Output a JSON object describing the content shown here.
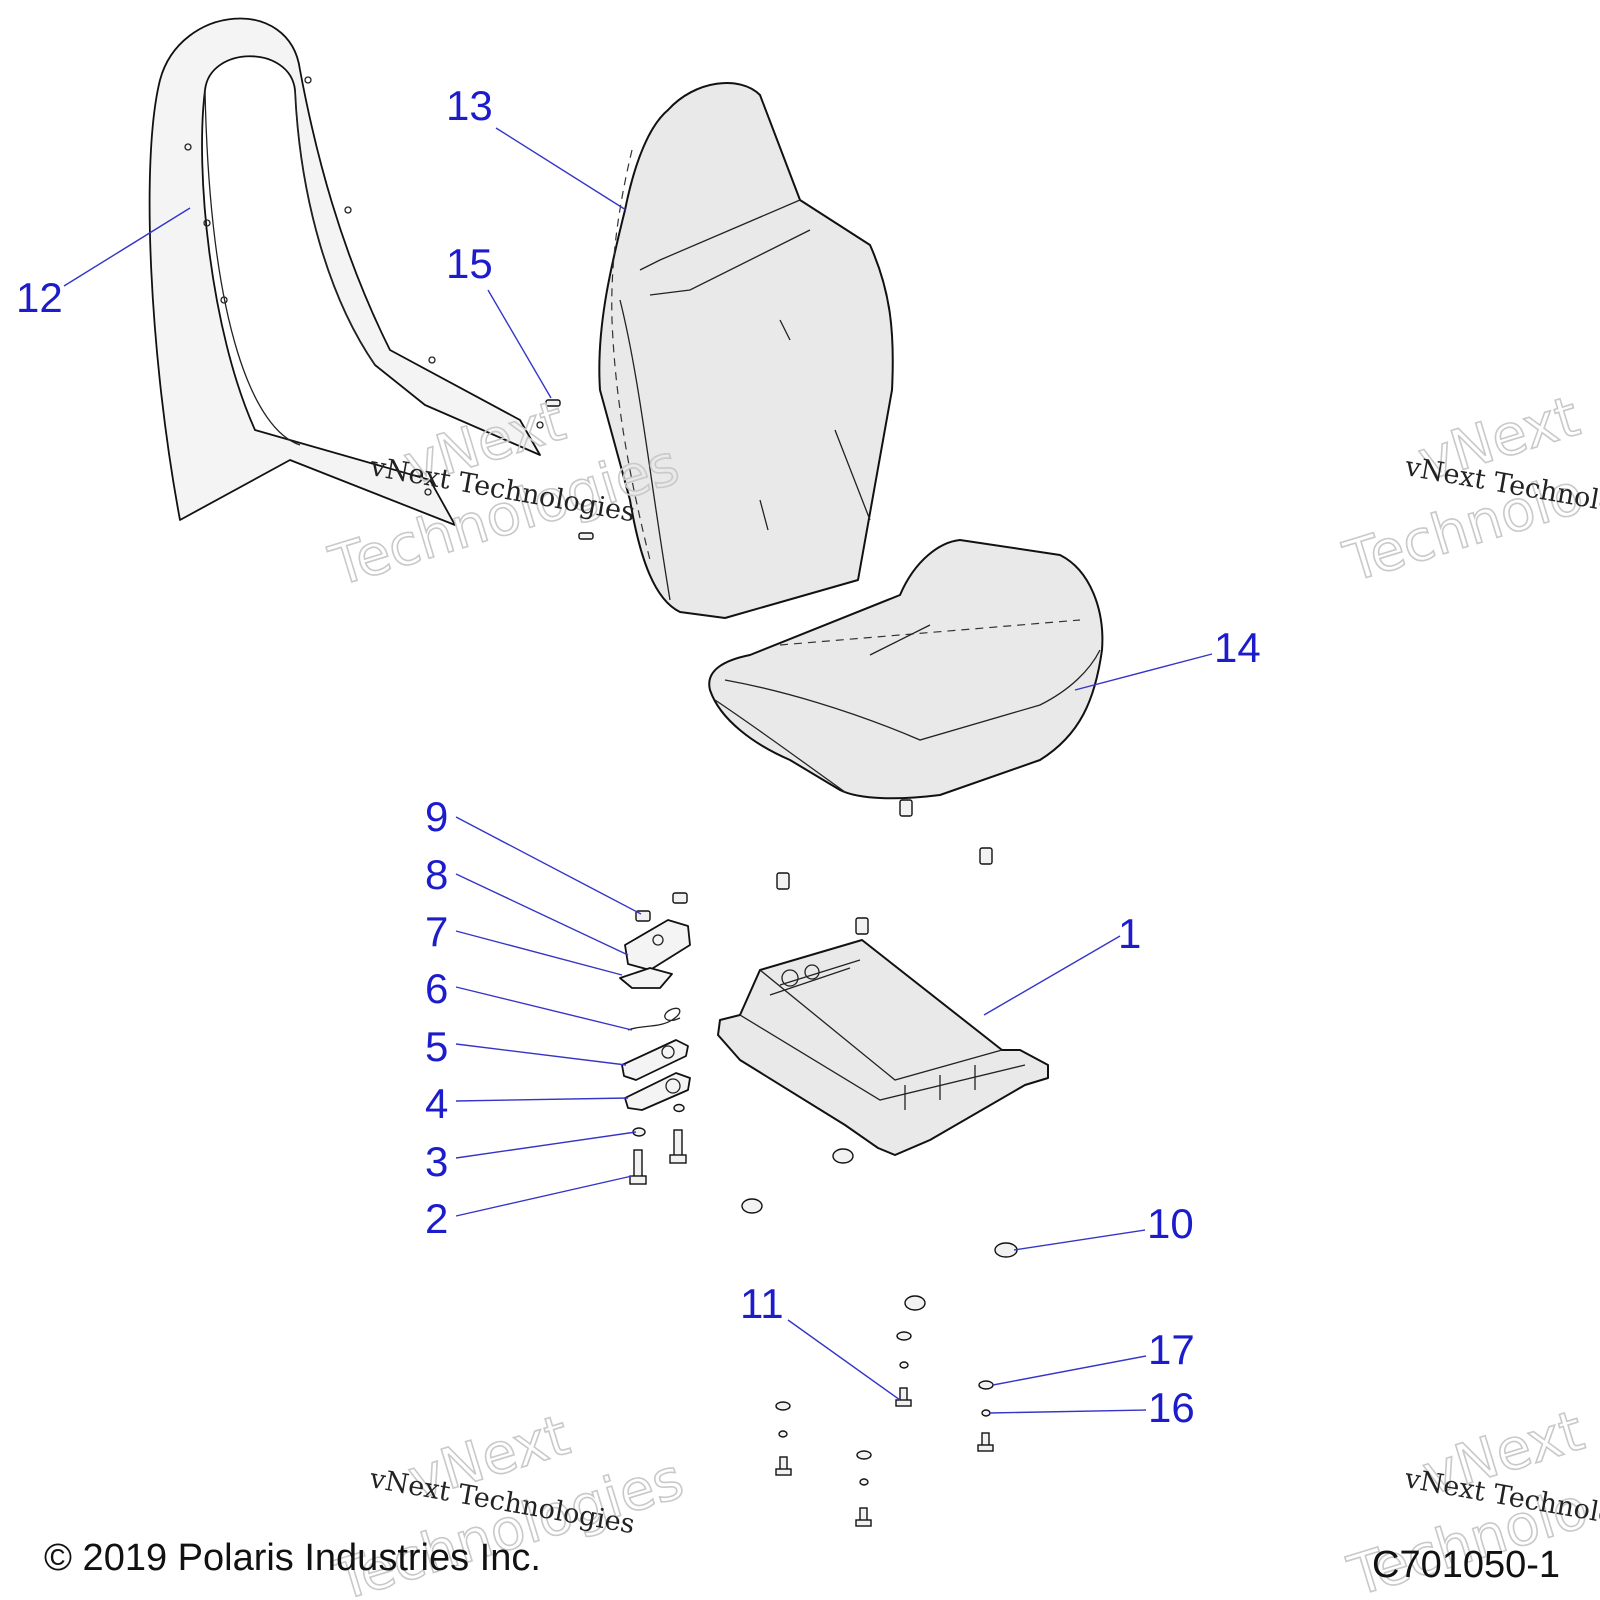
{
  "callouts": [
    {
      "num": "1",
      "label_id": "1"
    },
    {
      "num": "2",
      "label_id": "2"
    },
    {
      "num": "3",
      "label_id": "3"
    },
    {
      "num": "4",
      "label_id": "4"
    },
    {
      "num": "5",
      "label_id": "5"
    },
    {
      "num": "6",
      "label_id": "6"
    },
    {
      "num": "7",
      "label_id": "7"
    },
    {
      "num": "8",
      "label_id": "8"
    },
    {
      "num": "9",
      "label_id": "9"
    },
    {
      "num": "10",
      "label_id": "10"
    },
    {
      "num": "11",
      "label_id": "11"
    },
    {
      "num": "12",
      "label_id": "12"
    },
    {
      "num": "13",
      "label_id": "13"
    },
    {
      "num": "14",
      "label_id": "14"
    },
    {
      "num": "15",
      "label_id": "15"
    },
    {
      "num": "16",
      "label_id": "16"
    },
    {
      "num": "17",
      "label_id": "17"
    }
  ],
  "watermark": {
    "big_line1": "vNext",
    "big_line2": "Technologies",
    "small": "vNext Technologies",
    "small_cut": "vNext Technolo",
    "big_cut_line1": "vNext",
    "big_cut_line2": "Technolo"
  },
  "footer": {
    "copyright": "© 2019 Polaris Industries Inc.",
    "drawing_number": "C701050-1"
  },
  "colors": {
    "callout": "#1c1ccc",
    "leader": "#3535c8",
    "line_art": "#111111",
    "watermark": "#c9c9c9"
  }
}
